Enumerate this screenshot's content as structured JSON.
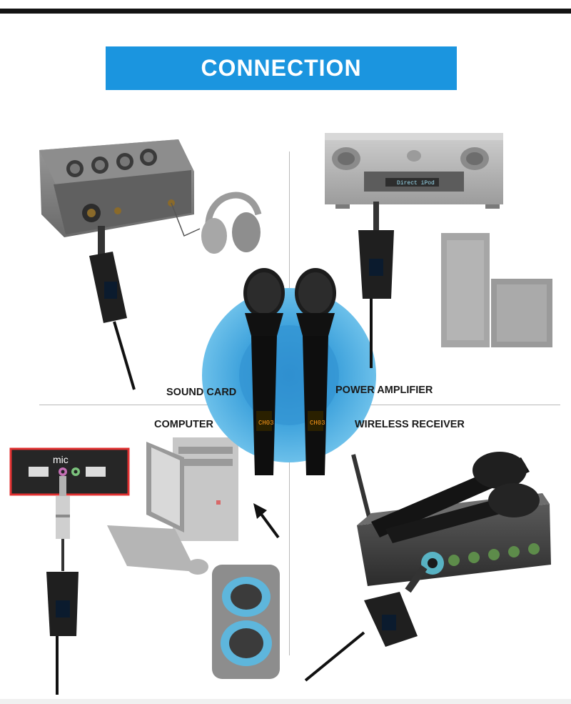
{
  "header": {
    "title": "CONNECTION"
  },
  "labels": {
    "sound_card": "SOUND CARD",
    "power_amplifier": "POWER AMPLIFIER",
    "computer": "COMPUTER",
    "wireless_receiver": "WIRELESS RECEIVER",
    "mic_port": "mic"
  },
  "receiver_screen": {
    "channel_text": "CH03"
  },
  "mixer_panel_text": "Direct iPod",
  "colors": {
    "banner": "#1b95df",
    "halo_outer": "#5bb8e8",
    "halo_inner": "#2f8fd0",
    "highlight_border": "#e03030",
    "mic_body": "#111111"
  },
  "icons": [
    "sound-card-icon",
    "headphones-icon",
    "amplifier-icon",
    "speaker-icon",
    "computer-icon",
    "party-speaker-icon",
    "wireless-receiver-icon",
    "microphone-icon",
    "arrow-icon"
  ]
}
